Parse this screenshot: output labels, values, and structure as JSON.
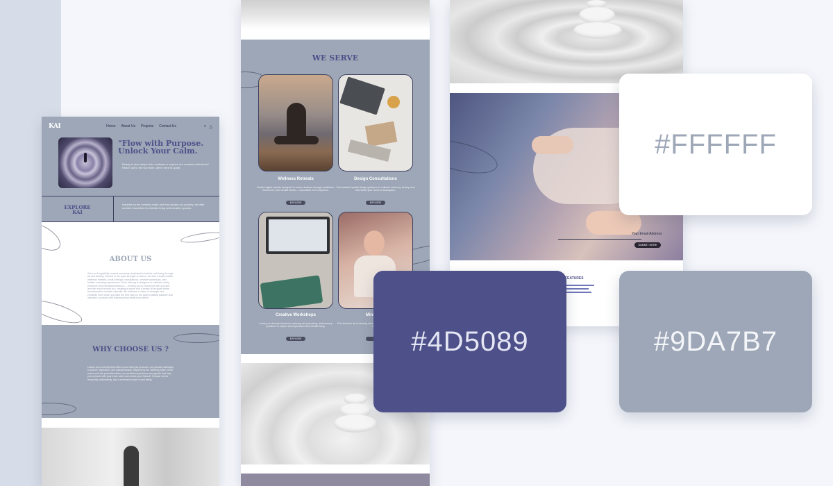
{
  "mockup1": {
    "logo": "KAI",
    "nav": [
      "Home",
      "About Us",
      "Projects",
      "Contact Us"
    ],
    "nav_icons": [
      "search-icon",
      "user-icon"
    ],
    "hero_title": "\"Flow with Purpose.\n Unlock Your Calm.",
    "hero_subtitle": "Ready to dive deeper into wellness or explore our creative collections? Reach out to the Kai team. We're here to guide.",
    "explore_label": "EXPLORE\nKAI",
    "explore_text": "Inspired by the serenity depth and flow guides our journey, we offer curated essentials for mindful living and creative spaces.",
    "about_title": "ABOUT US",
    "about_text": "Kai is a thoughtfully curated sanctuary dedicated to holistic well-being through art and flowing. Rooted in the quiet strength of nature, we offer transformative wellness retreats, soulful design consultations, creative workshops, and holistic coaching experiences. Each offering is designed to cultivate clarity, presence and intentional balance — inviting you to reconnect with yourself and the world around you, creating a space and a sense of purpose where transformation unfolds naturally. We embrace a vision of strength and creativity from which you take the first step on the path to lasting balance and intention, so peace and harmony flow freely from within.",
    "why_title": "WHY CHOOSE US ?",
    "why_text": "Unlock your serenity that offers more than just products: we provide pathways to peace, inspiration, and natural beauty. Inspired by the calming power of the ocean and the potential within, our curated experiences and goods that help you connect with your inner calm and unlock your full self. Choose Kai for tranquility, authenticity, and a renewed sense of well-being."
  },
  "mockup2": {
    "section_title": "WE SERVE",
    "cards": [
      {
        "title": "Wellness Retreats",
        "desc": "Guided digital retreats designed to restore balance through meditation, movement, and mindful rituals — accessible from anywhere.",
        "button": "EXPLORE"
      },
      {
        "title": "Design Consultations",
        "desc": "Personalized spatial design guidance to cultivate harmony, beauty, and flow within your home or workspace.",
        "button": "EXPLORE"
      },
      {
        "title": "Creative Workshops",
        "desc": "Luxury on-demand sessions exploring art, journaling, and sensory practices to inspire self-expression and mindful living.",
        "button": "EXPLORE"
      },
      {
        "title": "Mindfulne",
        "desc": "Fine-tune the art of slowing down with emotional resilience, and inner clarity.",
        "button": "EX"
      }
    ]
  },
  "mockup3": {
    "email_label": "Your Email Address",
    "submit_label": "SUBMIT HERE",
    "features_title": "FEATURES"
  },
  "swatches": [
    {
      "label": "#FFFFFF",
      "color": "#ffffff"
    },
    {
      "label": "#4D5089",
      "color": "#4d5089"
    },
    {
      "label": "#9DA7B7",
      "color": "#9da7b7"
    }
  ]
}
